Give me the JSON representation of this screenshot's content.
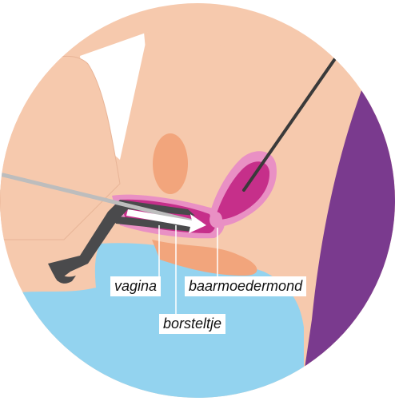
{
  "diagram": {
    "labels": {
      "vagina": "vagina",
      "cervix": "baarmoedermond",
      "brush": "borsteltje"
    },
    "colors": {
      "skin": "#f6c9ad",
      "organ": "#f2a57c",
      "magenta": "#c62f8a",
      "pink_light": "#e990c4",
      "tool": "#4a4a4c",
      "sheet": "#93d3ef",
      "clothing": "#7a3a8e",
      "pointer": "#bdbdbd"
    }
  }
}
